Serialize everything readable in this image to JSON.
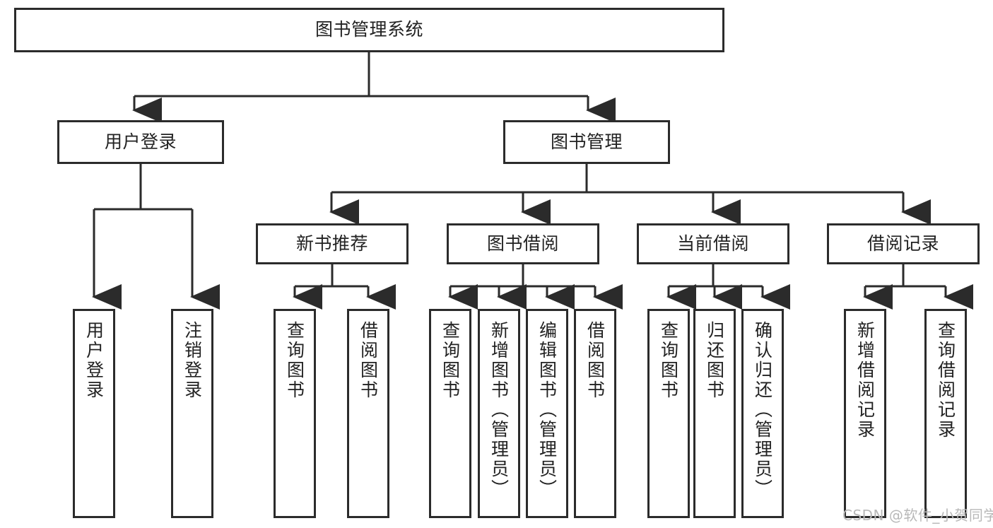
{
  "diagram": {
    "title": "图书管理系统",
    "type": "tree-hierarchy",
    "root": {
      "label": "图书管理系统"
    },
    "level2": [
      {
        "label": "用户登录"
      },
      {
        "label": "图书管理"
      }
    ],
    "level3": [
      {
        "label": "新书推荐"
      },
      {
        "label": "图书借阅"
      },
      {
        "label": "当前借阅"
      },
      {
        "label": "借阅记录"
      }
    ],
    "leaves": {
      "user_login": [
        {
          "label": "用户登录"
        },
        {
          "label": "注销登录"
        }
      ],
      "new_book_recommend": [
        {
          "label": "查询图书"
        },
        {
          "label": "借阅图书"
        }
      ],
      "book_borrow": [
        {
          "label": "查询图书"
        },
        {
          "label": "新增图书（管理员）"
        },
        {
          "label": "编辑图书（管理员）"
        },
        {
          "label": "借阅图书"
        }
      ],
      "current_borrow": [
        {
          "label": "查询图书"
        },
        {
          "label": "归还图书"
        },
        {
          "label": "确认归还（管理员）"
        }
      ],
      "borrow_record": [
        {
          "label": "新增借阅记录"
        },
        {
          "label": "查询借阅记录"
        }
      ]
    }
  },
  "watermark": {
    "text": "CSDN @软件_小贺同学"
  },
  "colors": {
    "stroke": "#2b2b2b",
    "fill": "#ffffff",
    "text": "#222222",
    "watermark": "#b8b8b8"
  }
}
